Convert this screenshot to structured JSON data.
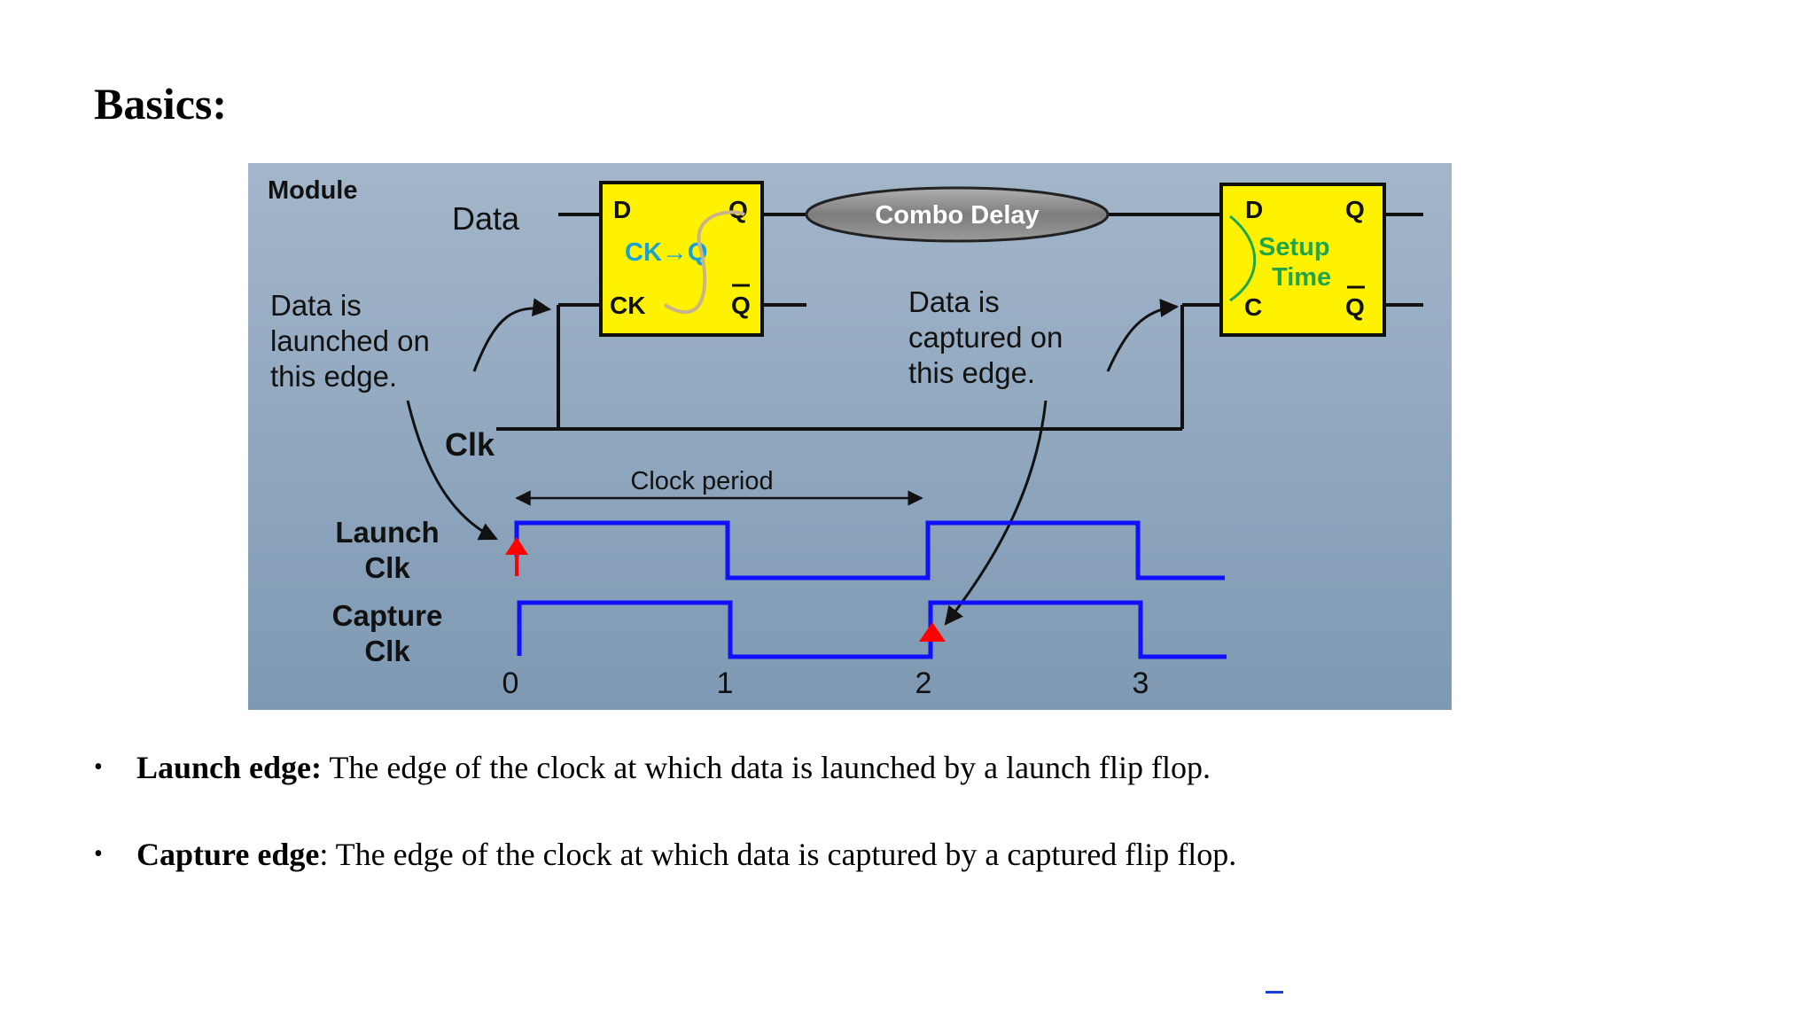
{
  "slide": {
    "title": "Basics:"
  },
  "diagram": {
    "module_label": "Module",
    "data_label": "Data",
    "ff_left": {
      "d": "D",
      "q": "Q",
      "ck": "CK",
      "qbar": "Q",
      "inner": "CK→Q"
    },
    "combo_delay": "Combo Delay",
    "ff_right": {
      "d": "D",
      "q": "Q",
      "c": "C",
      "qbar": "Q",
      "setup_line1": "Setup",
      "setup_line2": "Time"
    },
    "launch_note": [
      "Data is",
      "launched on",
      "this edge."
    ],
    "capture_note": [
      "Data is",
      "captured on",
      "this edge."
    ],
    "clk_label": "Clk",
    "clock_period_label": "Clock period",
    "launch_clk_label": [
      "Launch",
      "Clk"
    ],
    "capture_clk_label": [
      "Capture",
      "Clk"
    ],
    "time_ticks": [
      "0",
      "1",
      "2",
      "3"
    ],
    "colors": {
      "panel_top": "#9fb3c8",
      "panel_bottom": "#7f9ab4",
      "flipflop_fill": "#fff200",
      "waveform": "#1010ff",
      "edge_marker": "#ff0000",
      "inner_text": "#18a2d8",
      "setup_text": "#1fa64a",
      "combo_fill": "#8a8a8a"
    }
  },
  "bullets": [
    {
      "term": "Launch edge:",
      "text": " The edge of the clock at which data is launched by a launch flip flop."
    },
    {
      "term": "Capture edge",
      "text": ": The edge of the clock at which data is captured by a captured flip flop."
    }
  ]
}
